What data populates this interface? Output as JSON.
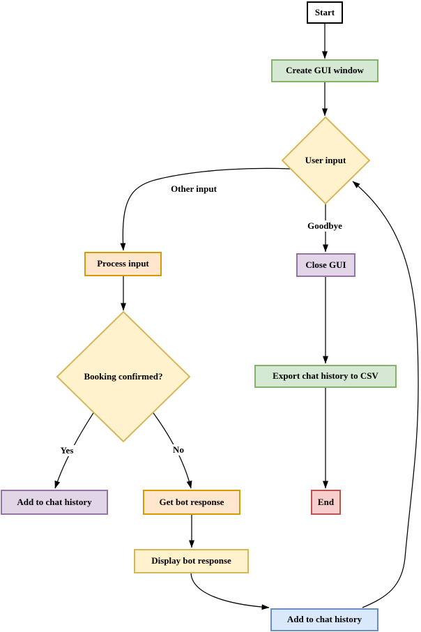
{
  "diagram": {
    "type": "flowchart",
    "background": "#ffffff",
    "edge_color": "#000000",
    "nodes": [
      {
        "id": "start",
        "label": "Start",
        "shape": "rectangle",
        "fill": "#ffffff",
        "stroke": "#000000"
      },
      {
        "id": "create-gui-window",
        "label": "Create GUI window",
        "shape": "rectangle",
        "fill": "#d5e8d4",
        "stroke": "#82b366"
      },
      {
        "id": "user-input",
        "label": "User input",
        "shape": "diamond",
        "fill": "#fff2cc",
        "stroke": "#d6b656"
      },
      {
        "id": "process-input",
        "label": "Process input",
        "shape": "rectangle",
        "fill": "#ffe6cc",
        "stroke": "#d79b00"
      },
      {
        "id": "booking-confirmed",
        "label": "Booking confirmed?",
        "shape": "diamond",
        "fill": "#fff2cc",
        "stroke": "#d6b656"
      },
      {
        "id": "add-to-chat-history-confirmed",
        "label": "Add to chat history",
        "shape": "rectangle",
        "fill": "#e1d5e7",
        "stroke": "#9673a6"
      },
      {
        "id": "get-bot-response",
        "label": "Get bot response",
        "shape": "rectangle",
        "fill": "#ffe6cc",
        "stroke": "#d79b00"
      },
      {
        "id": "display-bot-response",
        "label": "Display bot response",
        "shape": "rectangle",
        "fill": "#fff2cc",
        "stroke": "#d6b656"
      },
      {
        "id": "add-to-chat-history",
        "label": "Add to chat history",
        "shape": "rectangle",
        "fill": "#dae8fc",
        "stroke": "#6c8ebf"
      },
      {
        "id": "close-gui",
        "label": "Close GUI",
        "shape": "rectangle",
        "fill": "#e1d5e7",
        "stroke": "#9673a6"
      },
      {
        "id": "export-chat-history-to-csv",
        "label": "Export chat history to CSV",
        "shape": "rectangle",
        "fill": "#d5e8d4",
        "stroke": "#82b366"
      },
      {
        "id": "end",
        "label": "End",
        "shape": "rectangle",
        "fill": "#f8cecc",
        "stroke": "#b85450"
      }
    ],
    "edges": [
      {
        "from": "start",
        "to": "create-gui-window",
        "label": ""
      },
      {
        "from": "create-gui-window",
        "to": "user-input",
        "label": ""
      },
      {
        "from": "user-input",
        "to": "process-input",
        "label": "Other input"
      },
      {
        "from": "user-input",
        "to": "close-gui",
        "label": "Goodbye"
      },
      {
        "from": "process-input",
        "to": "booking-confirmed",
        "label": ""
      },
      {
        "from": "booking-confirmed",
        "to": "add-to-chat-history-confirmed",
        "label": "Yes"
      },
      {
        "from": "booking-confirmed",
        "to": "get-bot-response",
        "label": "No"
      },
      {
        "from": "get-bot-response",
        "to": "display-bot-response",
        "label": ""
      },
      {
        "from": "display-bot-response",
        "to": "add-to-chat-history",
        "label": ""
      },
      {
        "from": "add-to-chat-history",
        "to": "user-input",
        "label": ""
      },
      {
        "from": "close-gui",
        "to": "export-chat-history-to-csv",
        "label": ""
      },
      {
        "from": "export-chat-history-to-csv",
        "to": "end",
        "label": ""
      }
    ]
  }
}
